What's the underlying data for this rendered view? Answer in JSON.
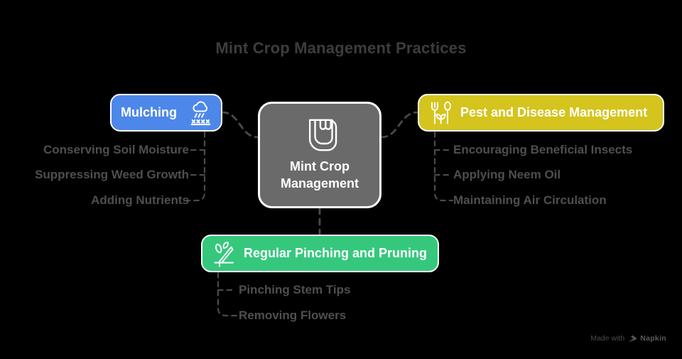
{
  "title": "Mint Crop Management Practices",
  "center": {
    "line1": "Mint Crop",
    "line2": "Management",
    "icon": "mint-leaf-logo-icon"
  },
  "branches": [
    {
      "id": "mulching",
      "label": "Mulching",
      "icon": "rain-over-mulch-icon",
      "color": "#4d87e9",
      "items": [
        "Conserving Soil Moisture",
        "Suppressing Weed Growth",
        "Adding Nutrients"
      ]
    },
    {
      "id": "pest-and-disease-management",
      "label": "Pest and Disease Management",
      "icon": "fork-sprout-spoon-icon",
      "color": "#d4c41d",
      "items": [
        "Encouraging Beneficial Insects",
        "Applying Neem Oil",
        "Maintaining Air Circulation"
      ]
    },
    {
      "id": "regular-pinching-and-pruning",
      "label": "Regular Pinching and Pruning",
      "icon": "pruned-seedling-icon",
      "color": "#35c87d",
      "items": [
        "Pinching Stem Tips",
        "Removing Flowers"
      ]
    }
  ],
  "watermark": {
    "made_with": "Made with",
    "brand": "Napkin"
  },
  "colors": {
    "background": "#000000",
    "title_text": "#3d3d3d",
    "sub_item_text": "#4f4f4f",
    "connector": "#4a4a4a",
    "node_border": "#ffffff",
    "center_node": "#6a6a6a",
    "mulching_node": "#4d87e9",
    "pest_node": "#d4c41d",
    "pruning_node": "#35c87d"
  }
}
